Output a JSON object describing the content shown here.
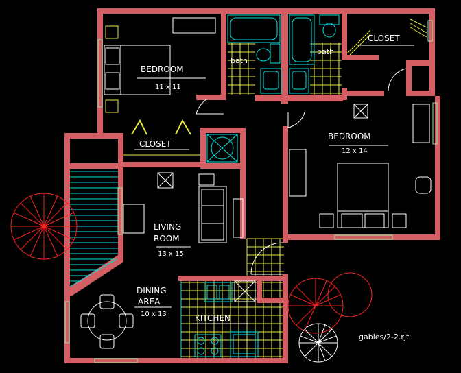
{
  "rooms": {
    "bedroom1": {
      "name": "BEDROOM",
      "size": "11 x 11"
    },
    "bedroom2": {
      "name": "BEDROOM",
      "size": "12 x 14"
    },
    "closet1": {
      "name": "CLOSET"
    },
    "closet2": {
      "name": "CLOSET"
    },
    "bath1": {
      "name": "bath"
    },
    "bath2": {
      "name": "bath"
    },
    "living": {
      "name_line1": "LIVING",
      "name_line2": "ROOM",
      "size": "13 x 15"
    },
    "dining": {
      "name_line1": "DINING",
      "name_line2": "AREA",
      "size": "10 x 13"
    },
    "kitchen": {
      "name": "KITCHEN"
    }
  },
  "file_label": "gables/2-2.rjt",
  "colors": {
    "background": "#000000",
    "wall": "#d35f64",
    "text": "#ffffff",
    "fixture": "#00e5e5",
    "tile": "#e8e83c",
    "furniture": "#ffffff",
    "plant": "#ff2020",
    "window": "#9fe89f"
  }
}
